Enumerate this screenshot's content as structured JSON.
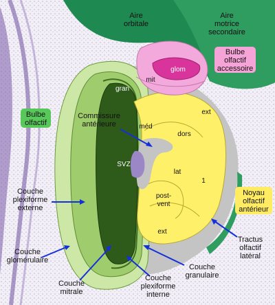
{
  "colors": {
    "cortex_dark": "#1e8a52",
    "cortex_light": "#2f9c60",
    "bulb_light": "#cde8a6",
    "bulb_mid": "#9fcc6c",
    "gran_dark": "#2e5a1a",
    "tract_gray": "#c4c4c4",
    "aon_yellow": "#fff06a",
    "aob_pink": "#f3a9dc",
    "glom_magenta": "#d9349c",
    "svz_purple": "#9b86c6",
    "arrow_blue": "#1530d8",
    "label_green": "#58c85a",
    "label_yellow": "#ffec62",
    "label_pink": "#f6a3d8",
    "histology_purple": "#6d4f9e"
  },
  "labels": {
    "aire_orbitale": [
      "Aire",
      "orbitale"
    ],
    "aire_motrice": [
      "Aire",
      "motrice",
      "secondaire"
    ],
    "bulbe_accessoire": [
      "Bulbe",
      "olfactif",
      "accessoire"
    ],
    "bulbe_olfactif": [
      "Bulbe",
      "olfactif"
    ],
    "commissure": [
      "Commissure",
      "antérieure"
    ],
    "noyau": [
      "Noyau",
      "olfactif",
      "antérieur"
    ],
    "couche_plex_ext": [
      "Couche",
      "plexiforme",
      "externe"
    ],
    "tractus": [
      "Tractus",
      "olfactif",
      "latéral"
    ],
    "couche_glom": [
      "Couche",
      "glomérulaire"
    ],
    "couche_gran": [
      "Couche",
      "granulaire"
    ],
    "couche_mitrale": [
      "Couche",
      "mitrale"
    ],
    "couche_plex_int": [
      "Couche",
      "plexiforme",
      "interne"
    ]
  },
  "regions": {
    "glom": "glom",
    "mit": "mit",
    "gran": "gran",
    "ext_top": "ext",
    "med": "méd",
    "dors": "dors",
    "svz": "SVZ",
    "lat": "lat",
    "one": "1",
    "post": "post-",
    "vent": "vent",
    "ext_bottom": "ext"
  }
}
